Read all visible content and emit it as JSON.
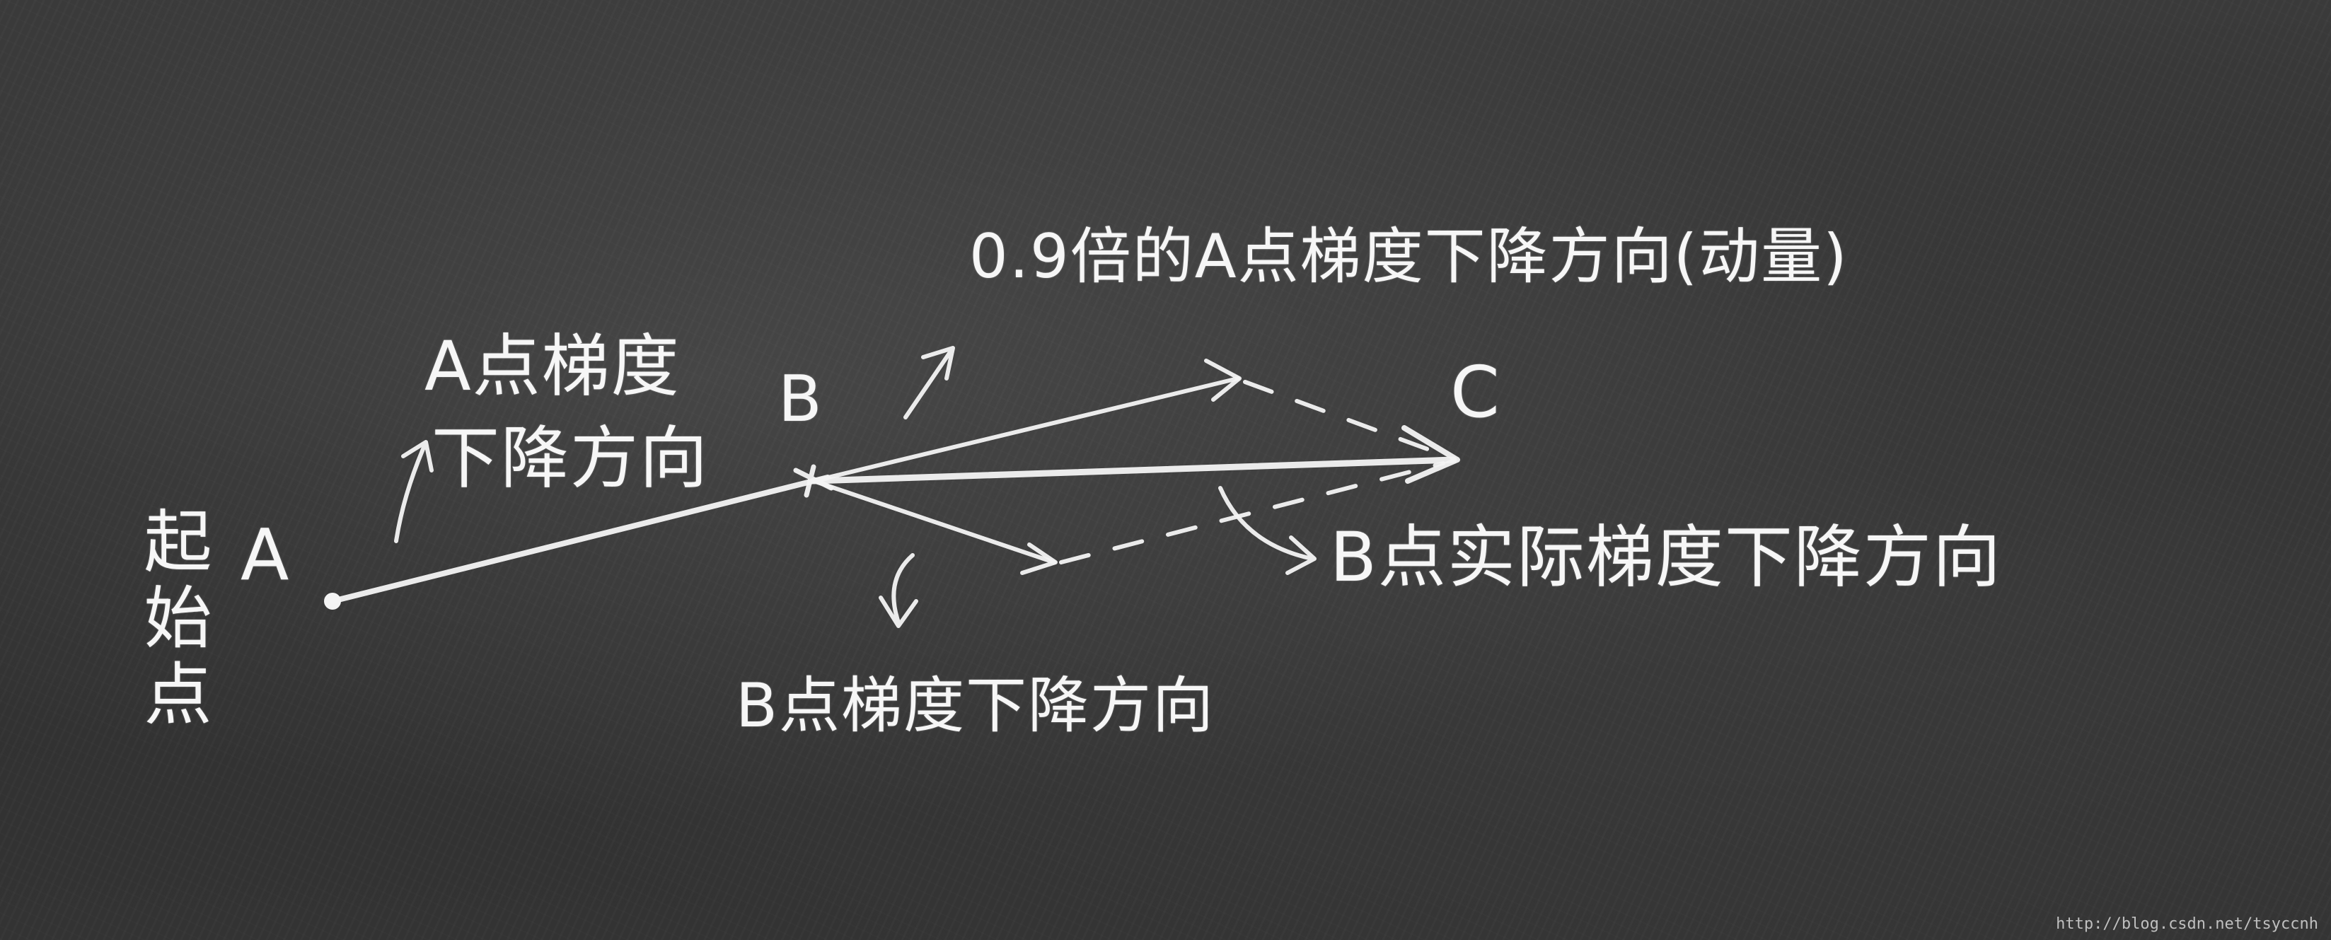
{
  "labels": {
    "start_point": "起始点",
    "point_a": "A",
    "point_b": "B",
    "point_c": "C",
    "a_grad_line1": "A点梯度",
    "a_grad_line2": "下降方向",
    "momentum": "0.9倍的A点梯度下降方向(动量)",
    "b_actual": "B点实际梯度下降方向",
    "b_grad": "B点梯度下降方向"
  },
  "watermark": "http://blog.csdn.net/tsyccnh",
  "colors": {
    "board": "#333333",
    "chalk": "#f4f4f4"
  }
}
